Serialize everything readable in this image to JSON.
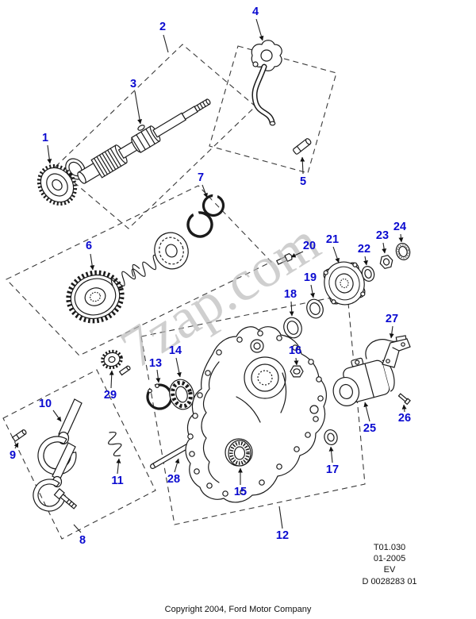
{
  "diagram": {
    "watermark": "7zap.com",
    "watermark_color": "#b9b9b9",
    "label_color": "#0a0ad0",
    "labels": [
      "1",
      "2",
      "3",
      "4",
      "5",
      "6",
      "7",
      "8",
      "9",
      "10",
      "11",
      "12",
      "13",
      "14",
      "15",
      "16",
      "17",
      "18",
      "19",
      "20",
      "21",
      "22",
      "23",
      "24",
      "25",
      "26",
      "27",
      "28",
      "29"
    ]
  },
  "info_block": {
    "catalog_section": "T01.030",
    "date": "01-2005",
    "code": "EV",
    "drawing_number": "D 0028283 01"
  },
  "footer": {
    "copyright": "Copyright 2004, Ford Motor Company"
  }
}
